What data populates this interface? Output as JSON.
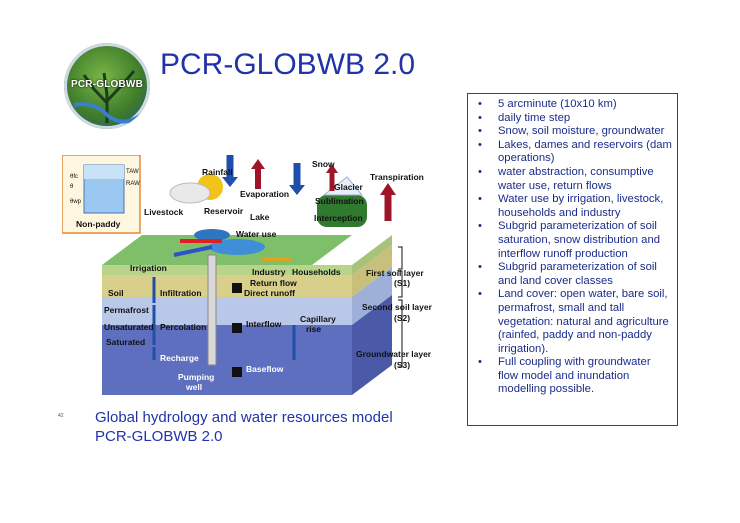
{
  "logo": {
    "text": "PCR-GLOBWB"
  },
  "title": "PCR-GLOBWB 2.0",
  "features": [
    "5 arcminute (10x10 km)",
    "daily time step",
    "Snow, soil moisture, groundwater",
    "Lakes, dames and reservoirs (dam operations)",
    "water abstraction, consumptive water use, return flows",
    "Water use by irrigation, livestock, households and industry",
    "Subgrid parameterization of soil saturation, snow distribution and interflow runoff production",
    "Subgrid parameterization of soil and land cover classes",
    "Land cover: open water, bare soil, permafrost, small and tall vegetation: natural and agriculture (rainfed, paddy and non-paddy irrigation).",
    "Full coupling with groundwater flow model and inundation modelling possible."
  ],
  "diagram": {
    "labels": {
      "rainfall": "Rainfall",
      "snow": "Snow",
      "transpiration": "Transpiration",
      "evaporation": "Evaporation",
      "glacier": "Glacier",
      "sublimation": "Sublimation",
      "reservoir": "Reservoir",
      "lake": "Lake",
      "interception": "Interception",
      "livestock": "Livestock",
      "water_use": "Water use",
      "irrigation": "Irrigation",
      "industry": "Industry",
      "households": "Households",
      "return_flow": "Return flow",
      "direct_runoff": "Direct runoff",
      "soil": "Soil",
      "infiltration": "Infiltration",
      "permafrost": "Permafrost",
      "unsaturated": "Unsaturated",
      "percolation": "Percolation",
      "interflow": "Interflow",
      "capillary_rise_1": "Capillary",
      "capillary_rise_2": "rise",
      "saturated": "Saturated",
      "recharge": "Recharge",
      "pumping_1": "Pumping",
      "pumping_2": "well",
      "baseflow": "Baseflow",
      "first_soil_layer": "First soil layer",
      "s1": "(S1)",
      "second_soil_layer": "Second soil layer",
      "s2": "(S2)",
      "groundwater_layer": "Groundwater layer",
      "s3": "(S3)",
      "non_paddy": "Non-paddy",
      "taw": "TAW",
      "raw": "RAW",
      "theta_fc": "θfc",
      "theta_wp": "θwp",
      "theta": "θ"
    }
  },
  "caption": {
    "line1": "Global hydrology and water resources model",
    "line2": "PCR-GLOBWB 2.0"
  },
  "slide_number": "42",
  "colors": {
    "title": "#2233aa",
    "text": "#1a2c8c",
    "border": "#2a3f9a",
    "arrow_blue": "#1f4fa8",
    "arrow_red": "#a0142a"
  }
}
